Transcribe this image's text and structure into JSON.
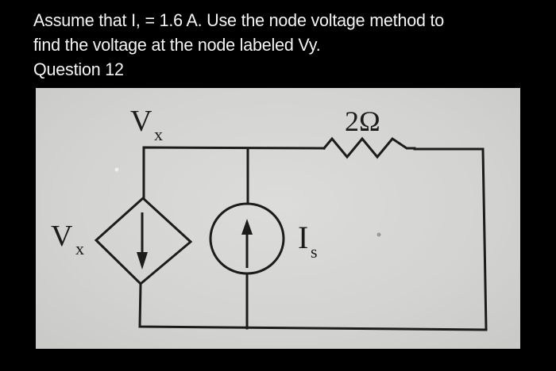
{
  "question": {
    "lines": [
      "Assume that I, = 1.6 A. Use the node voltage method to",
      "find the voltage at the node labeled Vy.",
      "Question 12"
    ],
    "given_current": "1.6 A",
    "question_number": "12"
  },
  "circuit": {
    "node_label": {
      "main": "V",
      "sub": "x"
    },
    "resistor": {
      "value": "2Ω",
      "label": "2Ω"
    },
    "dependent_source": {
      "type": "dependent-current-source",
      "control_label": {
        "main": "V",
        "sub": "x"
      },
      "arrow_direction": "down"
    },
    "independent_source": {
      "type": "independent-current-source",
      "label": {
        "main": "I",
        "sub": "s"
      },
      "arrow_direction": "up"
    },
    "colors": {
      "background": "#000000",
      "text": "#f4f4f4",
      "paper": "#d4d4d2",
      "wire": "#1c1c1c"
    }
  }
}
